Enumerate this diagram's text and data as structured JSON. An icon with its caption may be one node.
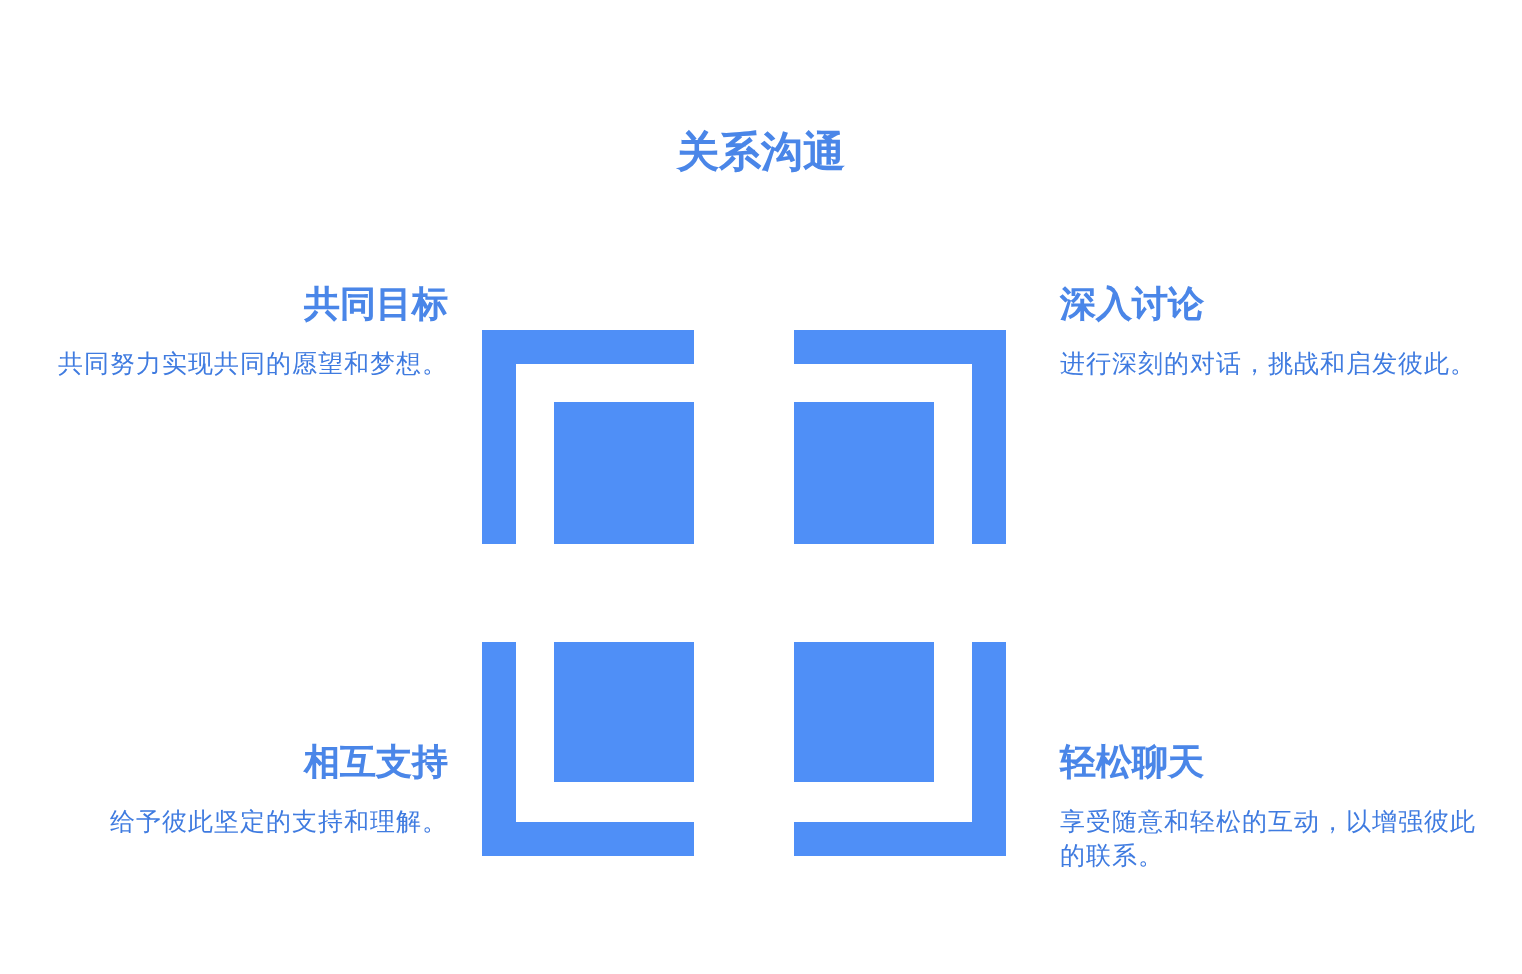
{
  "diagram": {
    "title": "关系沟通",
    "nodes": [
      {
        "text": [
          "共同目标",
          "共同努力实现共同的愿望和梦想。"
        ]
      },
      {
        "text": [
          "深入讨论",
          "进行深刻的对话，挑战和启发彼此。"
        ]
      },
      {
        "text": [
          "相互支持",
          "给予彼此坚定的支持和理解。"
        ]
      },
      {
        "text": [
          "轻松聊天",
          "享受随意和轻松的互动，以增强彼此的联系。"
        ]
      }
    ]
  }
}
